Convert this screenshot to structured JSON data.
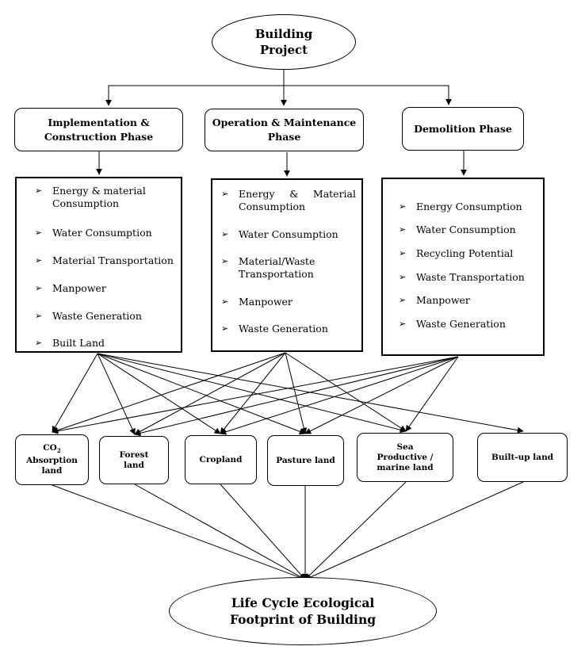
{
  "diagram": {
    "top": {
      "label_line1": "Building",
      "label_line2": "Project"
    },
    "phases": [
      {
        "id": "implementation",
        "line1": "Implementation &",
        "line2": "Construction Phase",
        "items": [
          {
            "line1": "Energy & material",
            "line2": "Consumption"
          },
          {
            "line1": "Water Consumption",
            "line2": ""
          },
          {
            "line1": "Material Transportation",
            "line2": ""
          },
          {
            "line1": "Manpower",
            "line2": ""
          },
          {
            "line1": "Waste Generation",
            "line2": ""
          },
          {
            "line1": "Built Land",
            "line2": ""
          }
        ]
      },
      {
        "id": "operation",
        "line1": "Operation & Maintenance",
        "line2": "Phase",
        "items": [
          {
            "line1": "Energy & Material",
            "line2": "Consumption"
          },
          {
            "line1": "Water Consumption",
            "line2": ""
          },
          {
            "line1": "Material/Waste",
            "line2": "Transportation"
          },
          {
            "line1": "Manpower",
            "line2": ""
          },
          {
            "line1": "Waste Generation",
            "line2": ""
          }
        ]
      },
      {
        "id": "demolition",
        "line1": "Demolition Phase",
        "line2": "",
        "items": [
          {
            "line1": "Energy Consumption",
            "line2": ""
          },
          {
            "line1": "Water Consumption",
            "line2": ""
          },
          {
            "line1": "Recycling Potential",
            "line2": ""
          },
          {
            "line1": "Waste Transportation",
            "line2": ""
          },
          {
            "line1": "Manpower",
            "line2": ""
          },
          {
            "line1": "Waste Generation",
            "line2": ""
          }
        ]
      }
    ],
    "lands": [
      {
        "id": "co2",
        "line1": "CO",
        "sub": "2",
        "line2": "Absorption",
        "line3": "land"
      },
      {
        "id": "forest",
        "line1": "Forest",
        "line2": "land"
      },
      {
        "id": "cropland",
        "line1": "Cropland"
      },
      {
        "id": "pasture",
        "line1": "Pasture land"
      },
      {
        "id": "sea",
        "line1": "Sea",
        "line2": "Productive /",
        "line3": "marine land"
      },
      {
        "id": "builtup",
        "line1": "Built-up land"
      }
    ],
    "bottom": {
      "label_line1": "Life Cycle Ecological",
      "label_line2": "Footprint of Building"
    },
    "bullet_symbol": "➢"
  }
}
